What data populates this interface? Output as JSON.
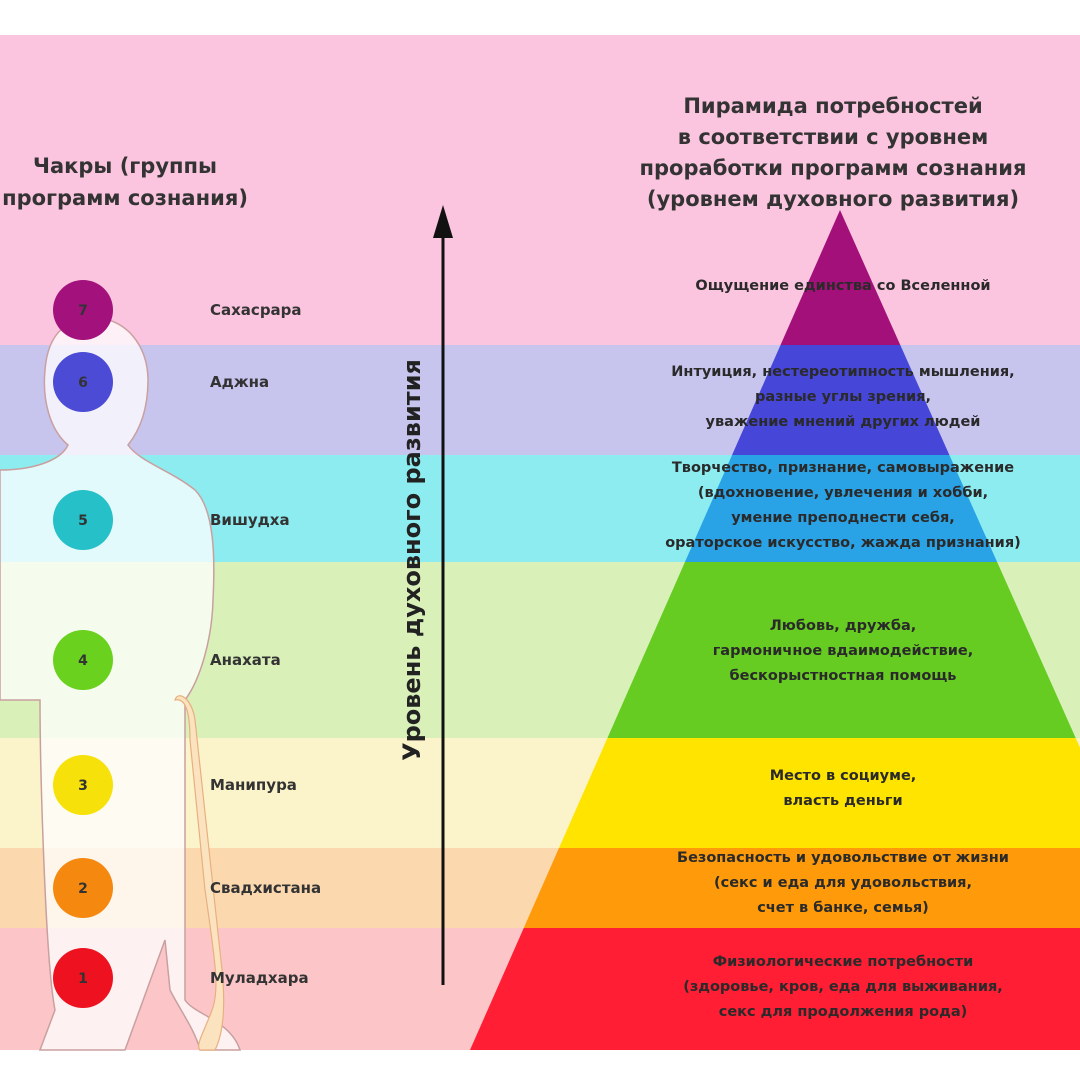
{
  "left_title": [
    "Чакры (группы",
    "программ сознания)"
  ],
  "right_title": [
    "Пирамида потребностей",
    "в соответствии с уровнем",
    "проработки программ сознания",
    "(уровнем духовного развития)"
  ],
  "axis_label": "Уровень духовного развития",
  "levels": [
    {
      "number": "7",
      "chakra": "Сахасрара",
      "color": "#a3127c",
      "band": "#fbc4df",
      "needs": [
        "Ощущение единства со Вселенной"
      ]
    },
    {
      "number": "6",
      "chakra": "Аджна",
      "color": "#4b4bd6",
      "band": "#c7c4ee",
      "needs": [
        "Интуиция, нестереотипность мышления,",
        "разные углы зрения,",
        "уважение мнений других людей"
      ]
    },
    {
      "number": "5",
      "chakra": "Вишудха",
      "color": "#26c0c8",
      "band": "#8cecf0",
      "needs": [
        "Творчество, признание, самовыражение",
        "(вдохновение, увлечения и хобби,",
        "умение преподнести себя,",
        "ораторское искусство, жажда признания)"
      ]
    },
    {
      "number": "4",
      "chakra": "Анахата",
      "color": "#6ad21e",
      "band": "#d9f1b9",
      "needs": [
        "Любовь, дружба,",
        "гармоничное вдаимодействие,",
        "бескорыстностная помощь"
      ]
    },
    {
      "number": "3",
      "chakra": "Манипура",
      "color": "#f7e10a",
      "band": "#fbf3c9",
      "needs": [
        "Место в социуме,",
        "власть деньги"
      ]
    },
    {
      "number": "2",
      "chakra": "Свадхистана",
      "color": "#f5890f",
      "band": "#fcd8ae",
      "needs": [
        "Безопасность и удовольствие от жизни",
        "(секс и еда для удовольствия,",
        "счет в банке, семья)"
      ]
    },
    {
      "number": "1",
      "chakra": "Муладхара",
      "color": "#ee1120",
      "band": "#fcc6c8",
      "needs": [
        "Физиологические потребности",
        "(здоровье, кров, еда для выживания,",
        "секс для продолжения рода)"
      ]
    }
  ],
  "pyramid_colors": [
    "#a3107a",
    "#4646d8",
    "#2aa2e6",
    "#66cc22",
    "#ffe400",
    "#ff9a0a",
    "#ff1e34"
  ]
}
